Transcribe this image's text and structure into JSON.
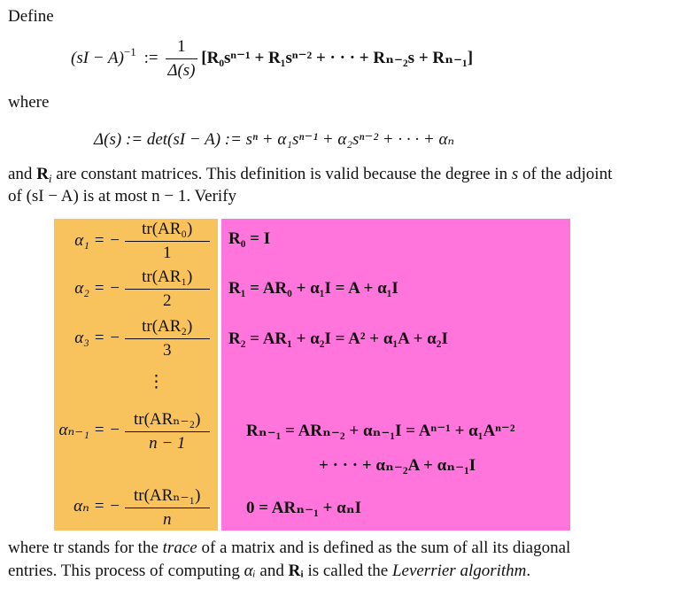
{
  "intro": {
    "define_word": "Define",
    "where_word": "where",
    "para1_line1_a": "and ",
    "para1_line1_R": "R",
    "para1_line1_sub": "i",
    "para1_line1_b": " are constant matrices. This definition is valid because the degree in ",
    "para1_line1_s": "s",
    "para1_line1_c": " of the adjoint",
    "para1_line2": "of (sI − A) is at most n − 1. Verify"
  },
  "eq1": {
    "lhs": "(sI − A)",
    "lhs_sup": "−1",
    "assign": ":=",
    "frac_num": "1",
    "frac_den": "Δ(s)",
    "rhs": "[R₀sⁿ⁻¹ + R₁sⁿ⁻² + · · · + Rₙ₋₂s + Rₙ₋₁]"
  },
  "eq2": {
    "text": "Δ(s) := det(sI − A) := sⁿ + α₁sⁿ⁻¹ + α₂sⁿ⁻² + · · · + αₙ"
  },
  "alphas": [
    {
      "lhs": "α₁ = −",
      "num": "tr(AR₀)",
      "den": "1"
    },
    {
      "lhs": "α₂ = −",
      "num": "tr(AR₁)",
      "den": "2"
    },
    {
      "lhs": "α₃ = −",
      "num": "tr(AR₂)",
      "den": "3"
    },
    {
      "lhs": "αₙ₋₁ = −",
      "num": "tr(ARₙ₋₂)",
      "den": "n − 1"
    },
    {
      "lhs": "αₙ = −",
      "num": "tr(ARₙ₋₁)",
      "den": "n"
    }
  ],
  "vdots": "⋮",
  "rmats": [
    {
      "text": "R₀ = I"
    },
    {
      "text": "R₁ = AR₀ + α₁I = A + α₁I"
    },
    {
      "text": "R₂ = AR₁ + α₂I = A² + α₁A + α₂I"
    },
    {
      "text": "Rₙ₋₁ = ARₙ₋₂ + αₙ₋₁I = Aⁿ⁻¹ + α₁Aⁿ⁻²"
    },
    {
      "text": "+ · · · + αₙ₋₂A + αₙ₋₁I"
    },
    {
      "text": "0 = ARₙ₋₁ + αₙI"
    }
  ],
  "outro": {
    "line1_a": "where tr stands for the ",
    "line1_trace": "trace",
    "line1_b": " of a matrix and is defined as the sum of all its diagonal",
    "line2_a": "entries. This process of computing ",
    "line2_alpha": "αᵢ",
    "line2_b": " and ",
    "line2_R": "Rᵢ",
    "line2_c": " is called the ",
    "line2_lev": "Leverrier algorithm",
    "line2_d": "."
  }
}
